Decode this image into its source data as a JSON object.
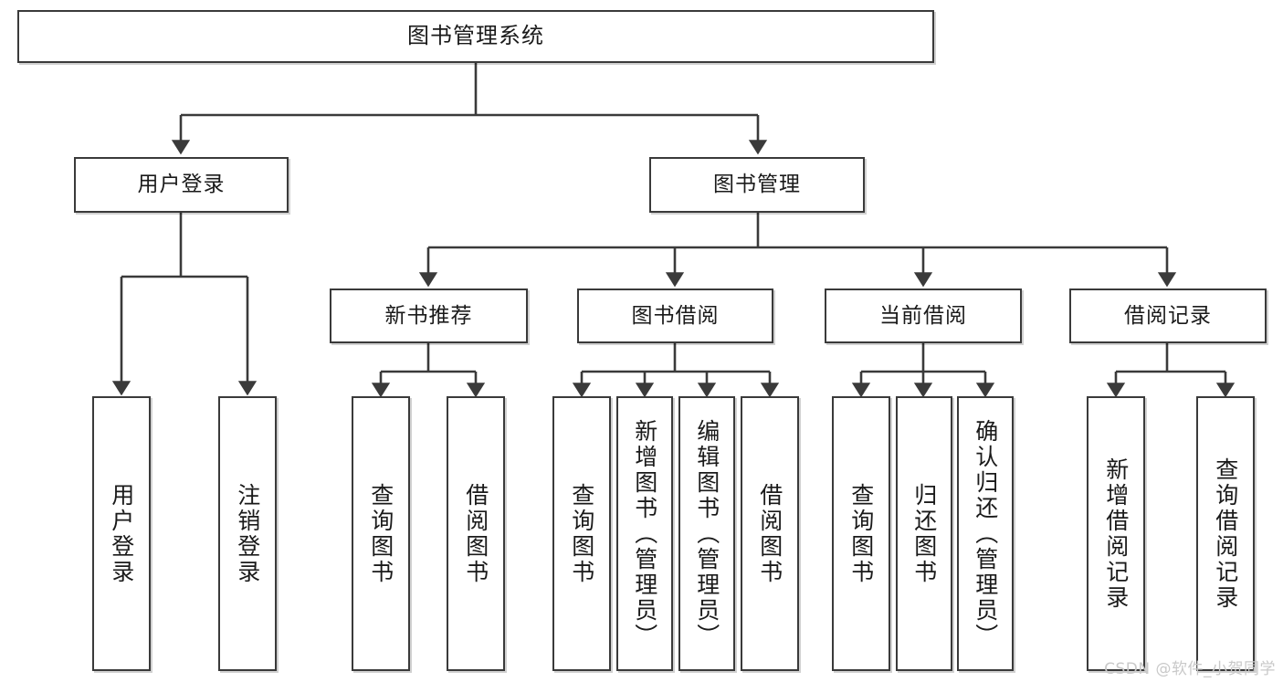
{
  "diagram": {
    "title": "图书管理系统",
    "type": "tree-hierarchy-diagram",
    "colors": {
      "box_border": "#3a3a3a",
      "box_fill": "#ffffff",
      "connector": "#3a3a3a",
      "text": "#1a1a1a",
      "watermark": "#c9c9c9"
    },
    "root": {
      "label": "图书管理系统"
    },
    "level2": [
      {
        "label": "用户登录"
      },
      {
        "label": "图书管理"
      }
    ],
    "level3": [
      {
        "label": "新书推荐"
      },
      {
        "label": "图书借阅"
      },
      {
        "label": "当前借阅"
      },
      {
        "label": "借阅记录"
      }
    ],
    "leaves": {
      "user_login": [
        {
          "label": "用户登录"
        },
        {
          "label": "注销登录"
        }
      ],
      "new_book_recommend": [
        {
          "label": "查询图书"
        },
        {
          "label": "借阅图书"
        }
      ],
      "book_borrow": [
        {
          "label": "查询图书"
        },
        {
          "label": "新增图书（管理员）"
        },
        {
          "label": "编辑图书（管理员）"
        },
        {
          "label": "借阅图书"
        }
      ],
      "current_borrow": [
        {
          "label": "查询图书"
        },
        {
          "label": "归还图书"
        },
        {
          "label": "确认归还（管理员）"
        }
      ],
      "borrow_record": [
        {
          "label": "新增借阅记录"
        },
        {
          "label": "查询借阅记录"
        }
      ]
    }
  },
  "watermark": {
    "text": "CSDN @软件_小贺同学"
  }
}
